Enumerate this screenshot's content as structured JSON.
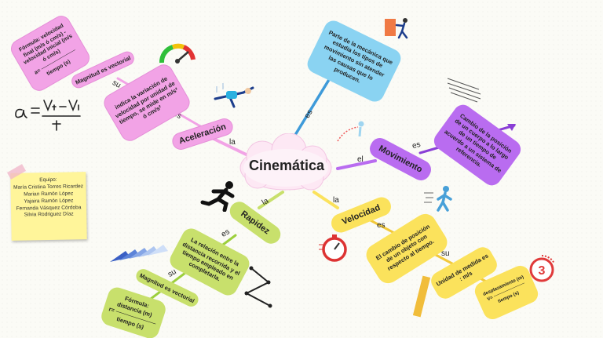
{
  "center": {
    "title": "Cinemática"
  },
  "branches": {
    "aceleracion": {
      "title": "Aceleración",
      "link_la": "la",
      "link_nos": "nos",
      "definition": "indica la variación de velocidad por unidad de tiempo, se mide en m/s² ó cm/s²",
      "link_su": "su",
      "magnitude": "Magnitud es vectorial",
      "formula": "Fórmula: velocidad final (m/s ó cm/s) - velocidad inicial (m/s ó cm/s)",
      "formula_eq": "a= ──────────",
      "formula_den": "tiempo (s)",
      "handwritten": "a = (Vf − Vi) / t"
    },
    "cinematica_def": {
      "link_es": "es",
      "definition": "Parte de la mecánica que estudia los tipos de movimiento sin atender las causas que lo producen."
    },
    "movimiento": {
      "link_el": "el",
      "title": "Movimiento",
      "link_es": "es",
      "definition": "Cambio de la posición de un cuerpo a lo largo de un tiempo de acuerdo a un sistema de referencia."
    },
    "rapidez": {
      "link_la": "la",
      "title": "Rapidez",
      "link_es": "es",
      "definition": "La relación entre la distancia recorrida y el tiempo empleado en completarla.",
      "link_su": "su",
      "magnitude": "Magnitud es vectorial",
      "formula_title": "Fórmula:",
      "formula_num": "distancia (m)",
      "formula_eq": "r= ──────────",
      "formula_den": "tiempo (s)"
    },
    "velocidad": {
      "link_la": "la",
      "title": "Velocidad",
      "link_es": "es",
      "definition": "El cambio de posición de un objeto con respecto al tiempo.",
      "link_su": "su",
      "unit": "Unidad de medida es : m/s",
      "formula_num": "desplazamiento (m)",
      "formula_eq": "V= ──────────",
      "formula_den": "tiempo (s)"
    }
  },
  "team": {
    "heading": "Equipo:",
    "members": [
      "María Cristina Torres Ricardez",
      "Marian Ramón López",
      "Yajaira Ramón López",
      "Fernanda Vásquez Córdoba",
      "Silvia Rodriguez Díaz"
    ]
  },
  "icons": [
    "speedometer-icon",
    "skydiver-icon",
    "runner-icon",
    "stopwatch-icon",
    "walking-person-icon",
    "pushing-box-icon",
    "ruler-icon",
    "arrows-icon",
    "zigzag-path-icon",
    "countdown-three-icon",
    "scribble-icon",
    "ice-skater-icon"
  ],
  "colors": {
    "pink": "#f2a3e6",
    "lime": "#c8e06c",
    "yellow": "#fbe25c",
    "blue": "#8ad3f2",
    "purple": "#b96cf0"
  }
}
